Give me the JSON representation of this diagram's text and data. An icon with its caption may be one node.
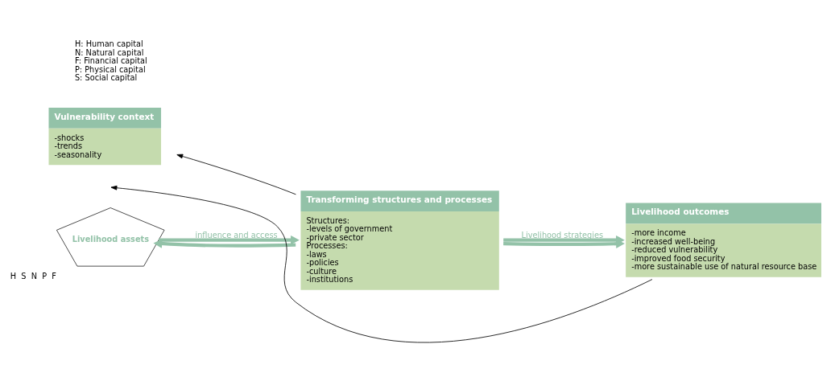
{
  "diagram": {
    "nodes": [
      {
        "text": [
          "Vulnerability context",
          "-shocks",
          "-trends",
          "-seasonality"
        ]
      },
      {
        "text": [
          "Livelihood assets"
        ],
        "beside": [
          "H",
          "S",
          "N",
          "P",
          "F"
        ]
      },
      {
        "text": [
          "Transforming structures and processes",
          "Structures:",
          "-levels of government",
          "-private sector",
          "Processes:",
          "-laws",
          "-policies",
          "-culture",
          "-institutions"
        ]
      },
      {
        "text": [
          "Livelihood outcomes",
          "-more income",
          "-increased well-being",
          "-reduced vulnerability",
          "-improved food security",
          "-more sustainable use of natural resource base"
        ]
      }
    ],
    "edges": [
      {
        "from": 1,
        "to": 2,
        "arrow": "to",
        "label": "influence and access"
      },
      {
        "from": 2,
        "to": 1,
        "arrow": "to"
      },
      {
        "from": 2,
        "to": 3,
        "arrow": "to",
        "label": "Livelihood strategies"
      },
      {
        "from": 2,
        "to": 3,
        "arrow": "to"
      },
      {
        "from": 2,
        "to": 0,
        "arrow": "to",
        "color": "#000000"
      },
      {
        "from": 3,
        "to": null,
        "arrow": "to",
        "color": "#000000"
      }
    ],
    "labels": [
      "H: Human capital",
      "N: Natural capital",
      "F: Financial capital",
      "P: Physical capital",
      "S: Social capital"
    ]
  }
}
